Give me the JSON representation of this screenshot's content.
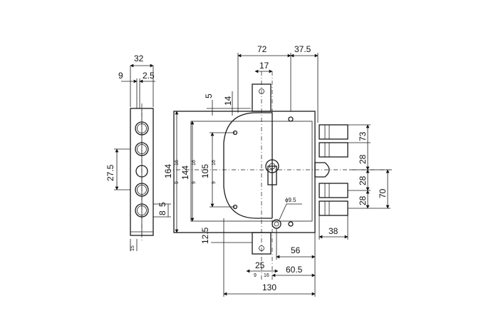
{
  "dimensions": {
    "d72": "72",
    "d37_5": "37.5",
    "d17": "17",
    "d5": "5",
    "d14": "14",
    "d32": "32",
    "d9": "9",
    "d2_5": "2.5",
    "d27_5": "27.5",
    "d164": "164",
    "d144": "144",
    "d105": "105",
    "d12_5": "12.5",
    "d73": "73",
    "d28a": "28",
    "d28b": "28",
    "d28c": "28",
    "d70": "70",
    "d38": "38",
    "d56": "56",
    "d25": "25",
    "d60_5": "60.5",
    "d130": "130",
    "d8": "8",
    "d5b": "5",
    "dia9_5": "ϕ9.5"
  },
  "small_labels": {
    "s9a": "9",
    "s16a": "16",
    "s9b": "9",
    "s16b": "16",
    "s9c": "9",
    "s16c": "16",
    "s9d": "9",
    "s16d": "16",
    "s15": "15"
  }
}
